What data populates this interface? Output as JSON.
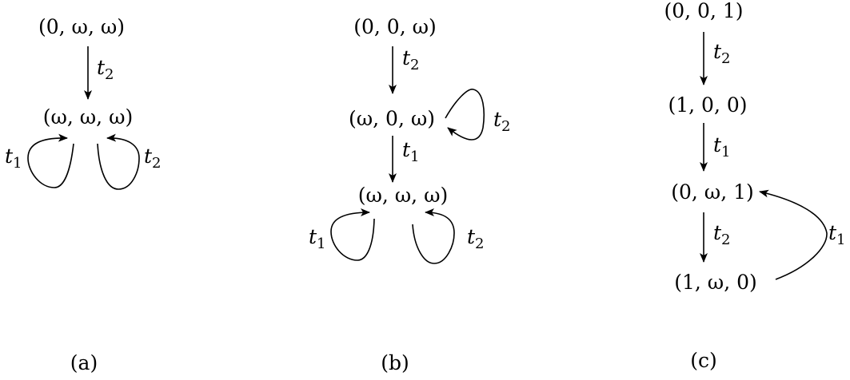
{
  "diagrams": [
    {
      "caption": "(a)",
      "nodes": [
        "(0, ω, ω)",
        "(ω, ω, ω)"
      ],
      "edges": [
        {
          "from": 0,
          "to": 1,
          "label": "t2"
        },
        {
          "from": 1,
          "to": 1,
          "label": "t1",
          "loop": "left"
        },
        {
          "from": 1,
          "to": 1,
          "label": "t2",
          "loop": "right"
        }
      ]
    },
    {
      "caption": "(b)",
      "nodes": [
        "(0, 0, ω)",
        "(ω, 0, ω)",
        "(ω, ω, ω)"
      ],
      "edges": [
        {
          "from": 0,
          "to": 1,
          "label": "t2"
        },
        {
          "from": 1,
          "to": 1,
          "label": "t2",
          "loop": "right"
        },
        {
          "from": 1,
          "to": 2,
          "label": "t1"
        },
        {
          "from": 2,
          "to": 2,
          "label": "t1",
          "loop": "left"
        },
        {
          "from": 2,
          "to": 2,
          "label": "t2",
          "loop": "right"
        }
      ]
    },
    {
      "caption": "(c)",
      "nodes": [
        "(0, 0, 1)",
        "(1, 0, 0)",
        "(0, ω, 1)",
        "(1, ω, 0)"
      ],
      "edges": [
        {
          "from": 0,
          "to": 1,
          "label": "t2"
        },
        {
          "from": 1,
          "to": 2,
          "label": "t1"
        },
        {
          "from": 2,
          "to": 3,
          "label": "t2"
        },
        {
          "from": 3,
          "to": 2,
          "label": "t1",
          "curve": "right"
        }
      ]
    }
  ]
}
